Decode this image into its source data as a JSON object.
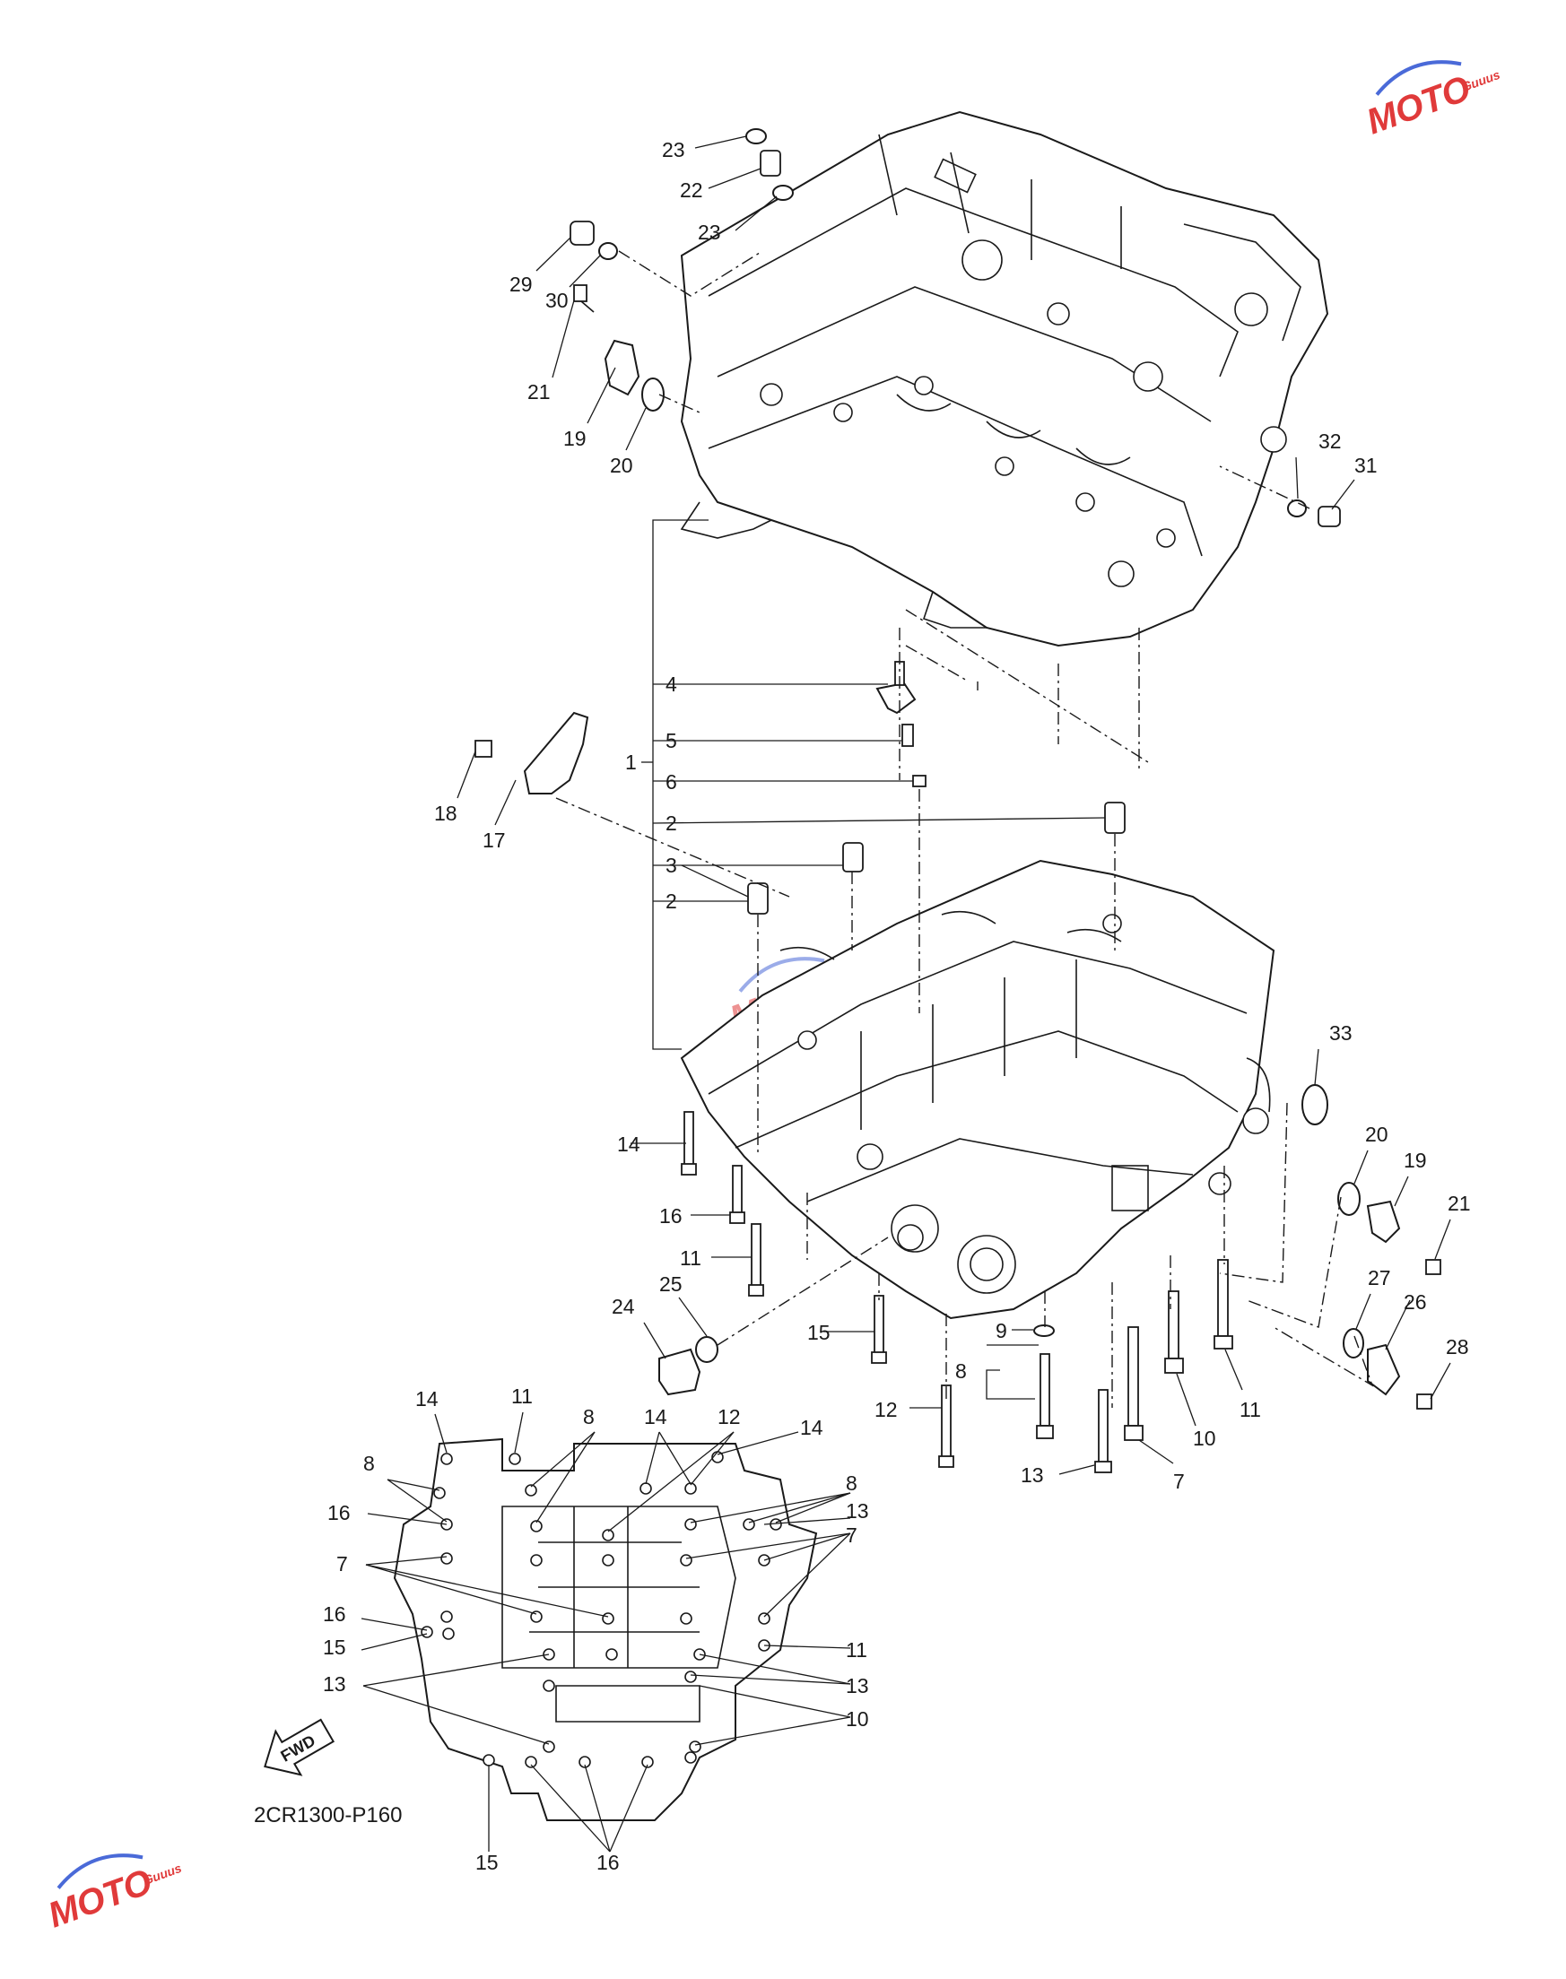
{
  "diagram": {
    "figure_code": "2CR1300-P160",
    "fwd_arrow_label": "FWD",
    "watermark": {
      "text": "MOTO",
      "subtext": "Guuus"
    },
    "callouts": {
      "n1": "1",
      "n2": "2",
      "n3": "3",
      "n4": "4",
      "n5": "5",
      "n6": "6",
      "n7": "7",
      "n8": "8",
      "n9": "9",
      "n10": "10",
      "n11": "11",
      "n12": "12",
      "n13": "13",
      "n14": "14",
      "n15": "15",
      "n16": "16",
      "n17": "17",
      "n18": "18",
      "n19": "19",
      "n20": "20",
      "n21": "21",
      "n22": "22",
      "n23": "23",
      "n24": "24",
      "n25": "25",
      "n26": "26",
      "n27": "27",
      "n28": "28",
      "n29": "29",
      "n30": "30",
      "n31": "31",
      "n32": "32",
      "n33": "33"
    },
    "colors": {
      "line": "#1a1a1a",
      "background": "#ffffff",
      "watermark_red": "#e03a3a",
      "watermark_blue": "#4a6ad8"
    }
  }
}
